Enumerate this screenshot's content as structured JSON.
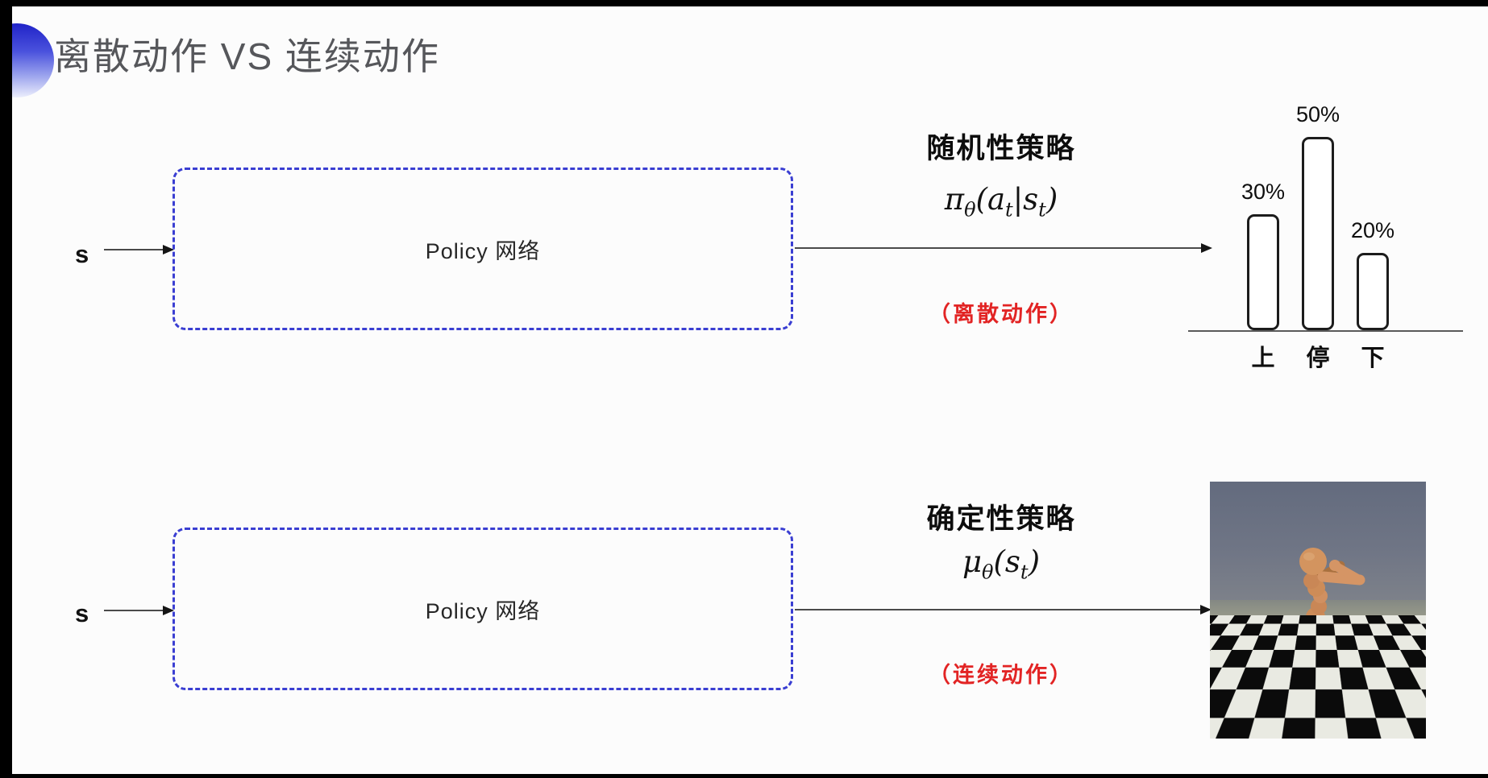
{
  "title": "离散动作 VS 连续动作",
  "rows": [
    {
      "input_label": "s",
      "box_label": "Policy 网络",
      "policy_name": "随机性策略",
      "formula": {
        "head": "π",
        "head_sub": "θ",
        "mid": "(a",
        "mid_sub": "t",
        "tail": "|s",
        "tail_sub": "t",
        "close": ")"
      },
      "action_note": "（离散动作）"
    },
    {
      "input_label": "s",
      "box_label": "Policy 网络",
      "policy_name": "确定性策略",
      "formula": {
        "head": "μ",
        "head_sub": "θ",
        "mid": "(s",
        "mid_sub": "t",
        "tail": "",
        "tail_sub": "",
        "close": ")"
      },
      "action_note": "（连续动作）"
    }
  ],
  "chart_data": {
    "type": "bar",
    "categories": [
      "上",
      "停",
      "下"
    ],
    "values": [
      30,
      50,
      20
    ],
    "value_labels": [
      "30%",
      "50%",
      "20%"
    ],
    "title": "",
    "xlabel": "",
    "ylabel": "",
    "ylim": [
      0,
      55
    ],
    "grid": false,
    "legend_position": "none"
  },
  "colors": {
    "box_border_blue": "#3a3ed2",
    "note_red": "#e22424",
    "title_gray": "#56575b",
    "bar_outline": "#1c1c1c"
  }
}
